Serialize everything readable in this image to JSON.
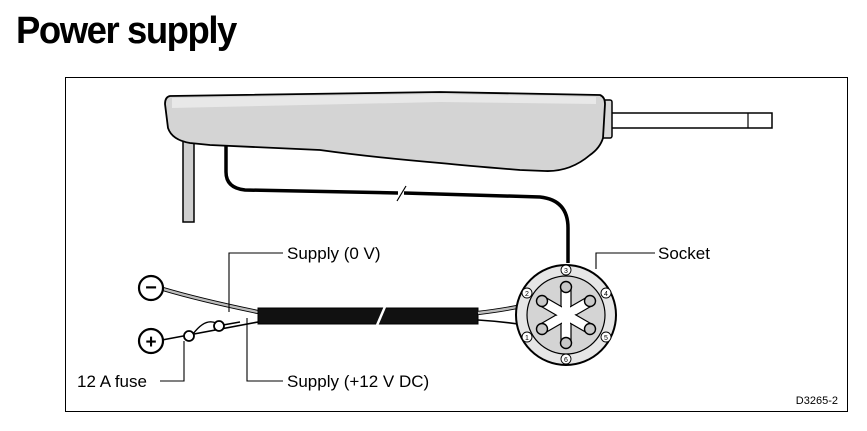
{
  "title": "Power supply",
  "labels": {
    "supply_0v": "Supply (0 V)",
    "supply_12v": "Supply (+12 V DC)",
    "socket": "Socket",
    "fuse": "12 A fuse",
    "drawing_code": "D3265-2"
  },
  "terminals": {
    "negative_symbol": "−",
    "positive_symbol": "+"
  },
  "socket_pins": [
    "1",
    "2",
    "3",
    "4",
    "5",
    "6"
  ]
}
